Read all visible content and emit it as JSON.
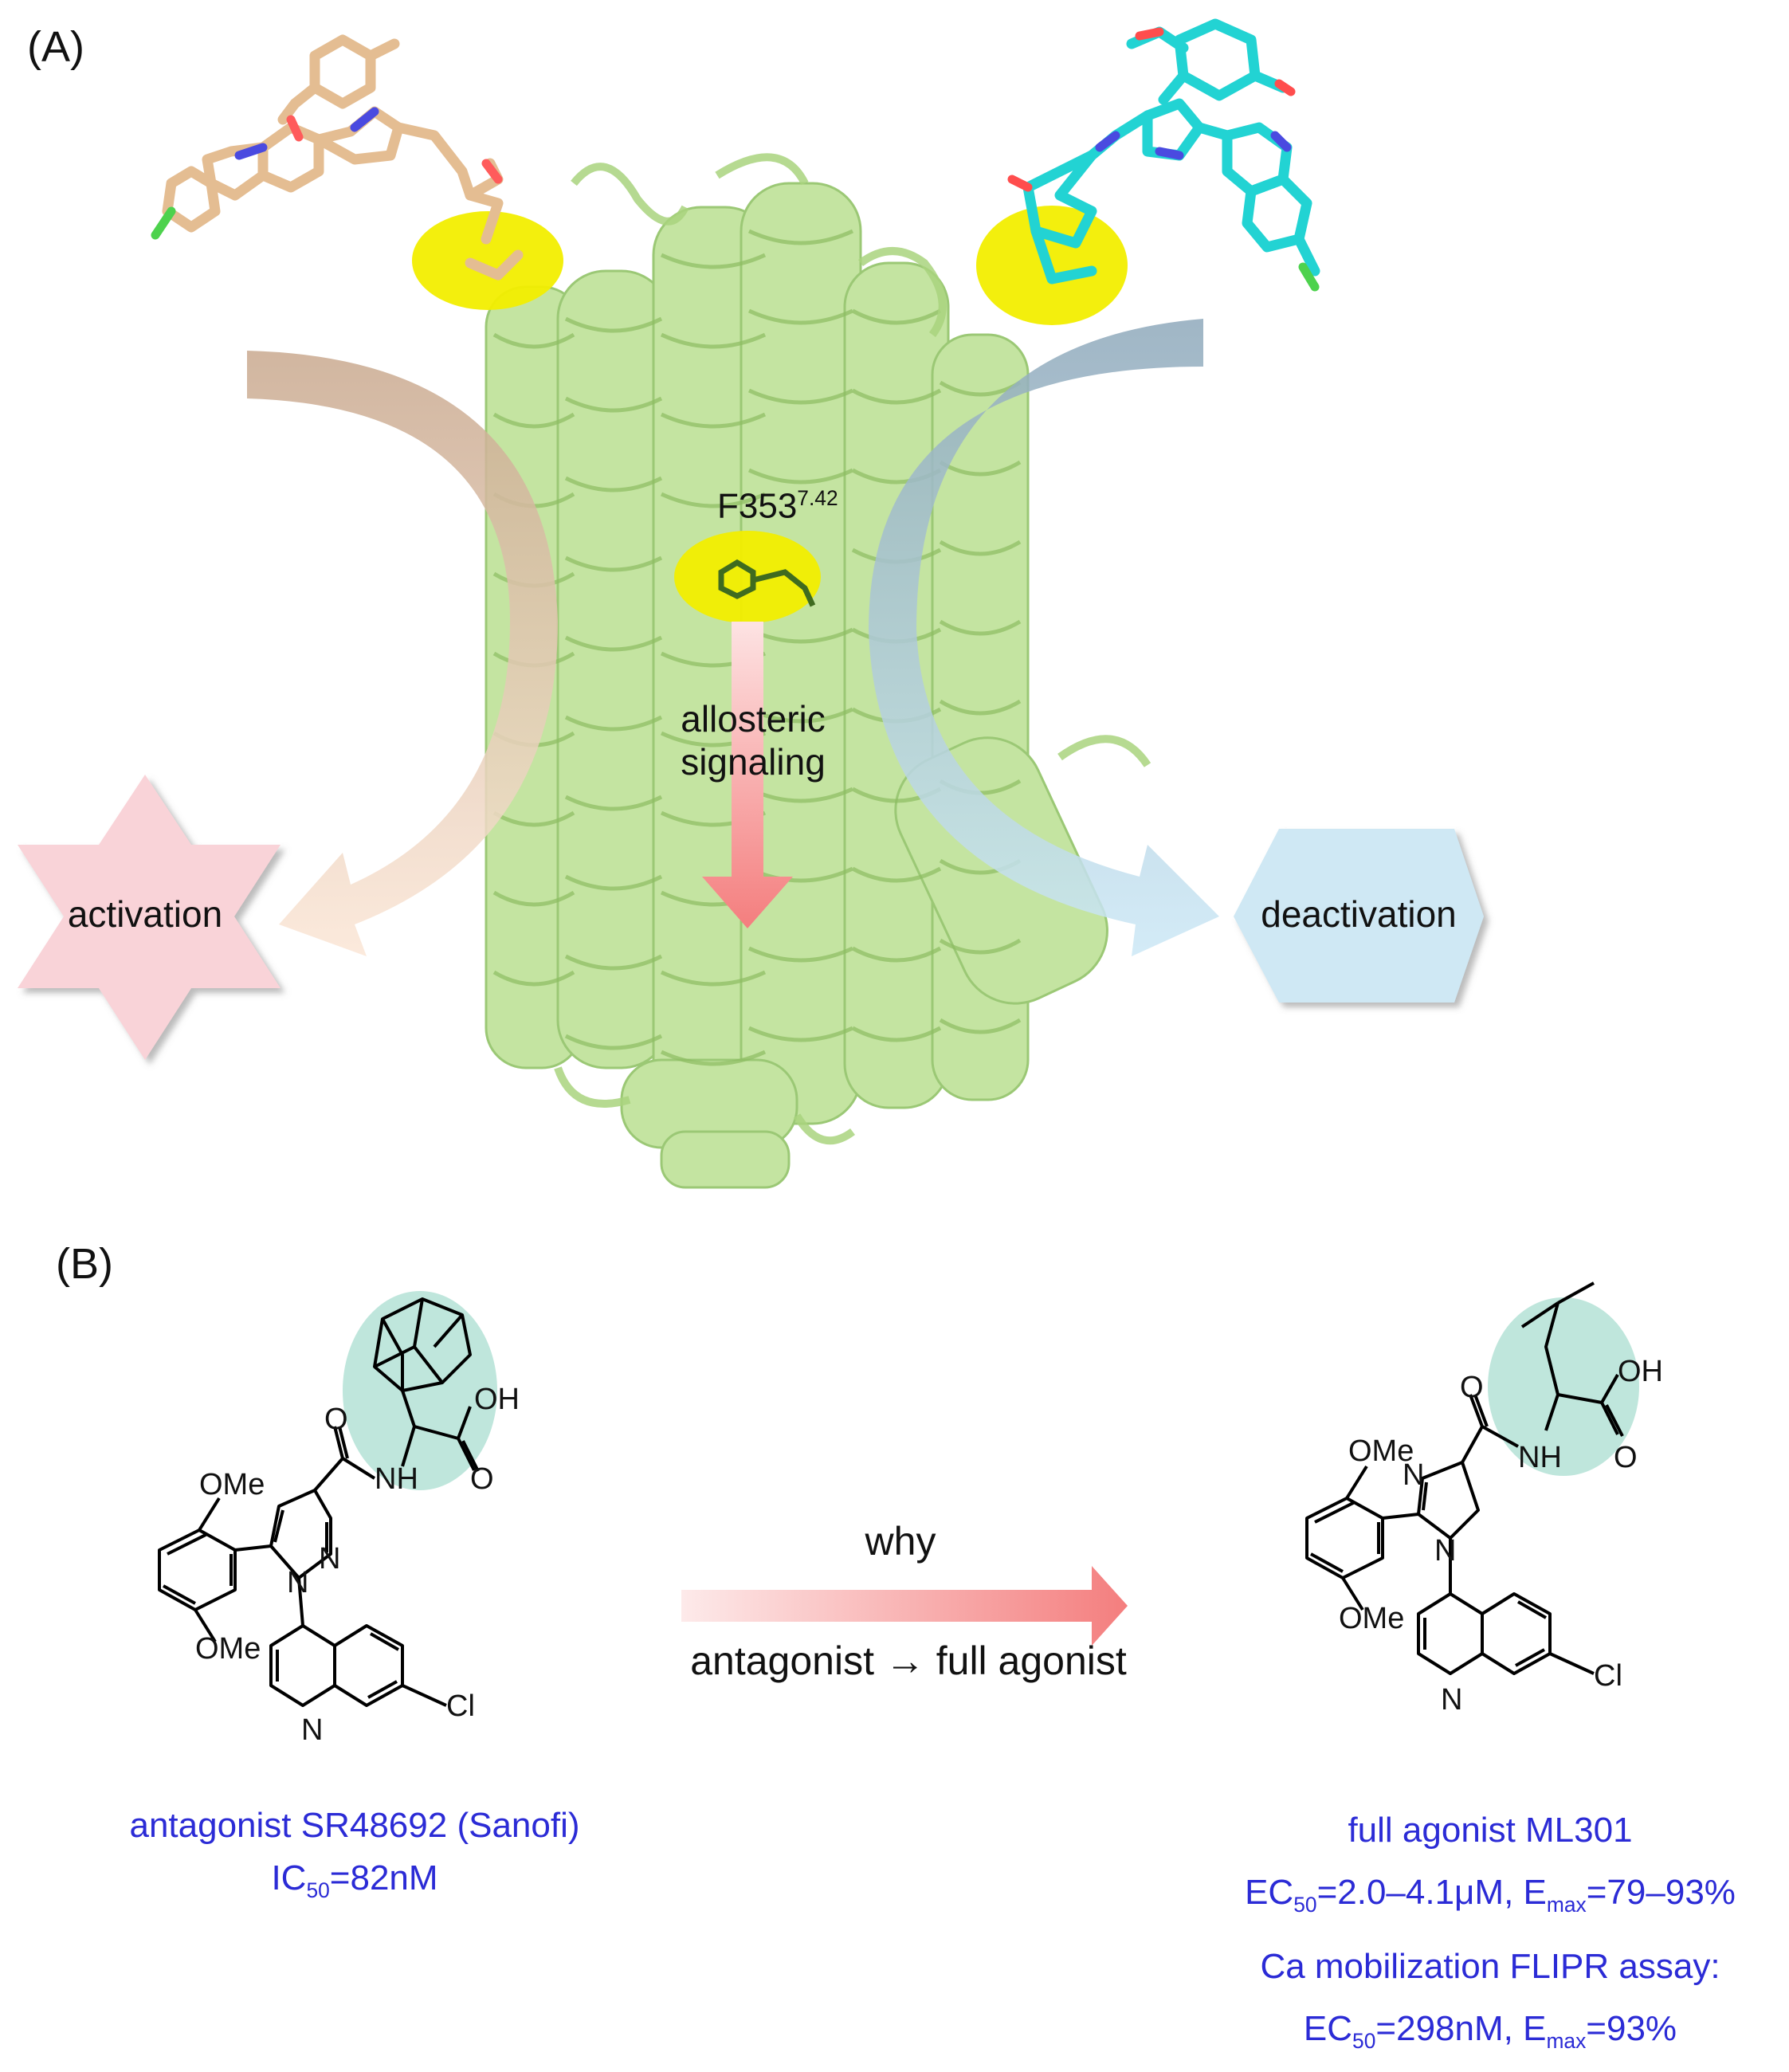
{
  "panel_a": {
    "label": "(A)",
    "residue": {
      "name": "F353",
      "superscript": "7.42"
    },
    "allosteric": [
      "allosteric",
      "signaling"
    ],
    "left_state": "activation",
    "right_state": "deactivation"
  },
  "panel_b": {
    "label": "(B)",
    "arrow_top": "why",
    "arrow_bottom": "antagonist → full agonist",
    "left_compound": {
      "groups": {
        "ome_top": "OMe",
        "ome_bottom": "OMe",
        "oh": "OH",
        "o": "O",
        "nh": "NH",
        "n1": "N",
        "n2": "N",
        "n_quin": "N",
        "cl": "Cl",
        "o_carbonyl": "O"
      },
      "name": "antagonist SR48692 (Sanofi)",
      "ic50_prefix": "IC",
      "ic50_sub": "50",
      "ic50_value": "=82nM"
    },
    "right_compound": {
      "groups": {
        "ome_top": "OMe",
        "ome_bottom": "OMe",
        "oh": "OH",
        "o": "O",
        "nh": "NH",
        "n1": "N",
        "n2": "N",
        "n_quin": "N",
        "cl": "Cl",
        "o_carbonyl": "O"
      },
      "name": "full agonist ML301",
      "line2": {
        "ec": "EC",
        "ec_sub": "50",
        "ec_val": "=2.0–4.1μM, E",
        "emax_sub": "max",
        "emax_val": "=79–93%"
      },
      "line3": "Ca mobilization FLIPR assay:",
      "line4": {
        "ec": "EC",
        "ec_sub": "50",
        "ec_val": "=298nM, E",
        "emax_sub": "max",
        "emax_val": "=93%"
      }
    }
  },
  "colors": {
    "helix": "#b5dc8a",
    "highlight_yellow": "#f2ee00",
    "ligand_tan": "#e6c19a",
    "ligand_cyan": "#22d3d3",
    "activation_fill": "#f9d3d8",
    "deactivation_fill": "#cfe8f4",
    "arrow_red": "#f47e7e",
    "teal_circle": "#bfe6dc",
    "text_blue": "#2b2bd6"
  }
}
